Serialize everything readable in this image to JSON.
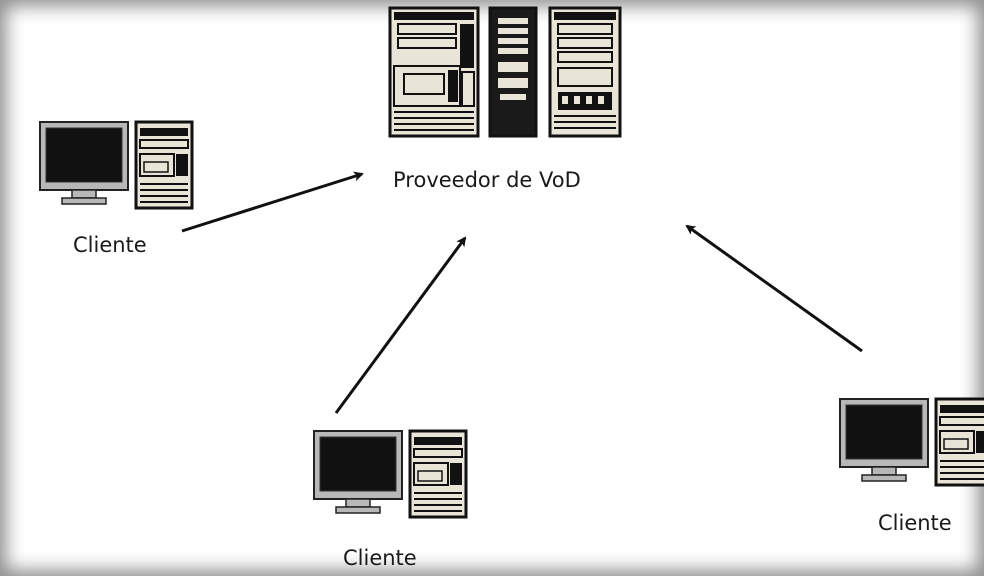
{
  "diagram": {
    "server_node": {
      "label": "Proveedor de VoD",
      "icon": "server-rack-icon"
    },
    "client_nodes": [
      {
        "id": "left",
        "label": "Cliente",
        "icon": "desktop-computer-icon"
      },
      {
        "id": "bottom",
        "label": "Cliente",
        "icon": "desktop-computer-icon"
      },
      {
        "id": "right",
        "label": "Cliente",
        "icon": "desktop-computer-icon"
      }
    ],
    "edges": [
      {
        "from": "left",
        "to": "server_node"
      },
      {
        "from": "bottom",
        "to": "server_node"
      },
      {
        "from": "right",
        "to": "server_node"
      }
    ],
    "colors": {
      "background": "#ffffff",
      "line": "#111111",
      "case_fill": "#e8e4d8",
      "dark": "#222222",
      "monitor_body": "#b8b8b8"
    }
  }
}
